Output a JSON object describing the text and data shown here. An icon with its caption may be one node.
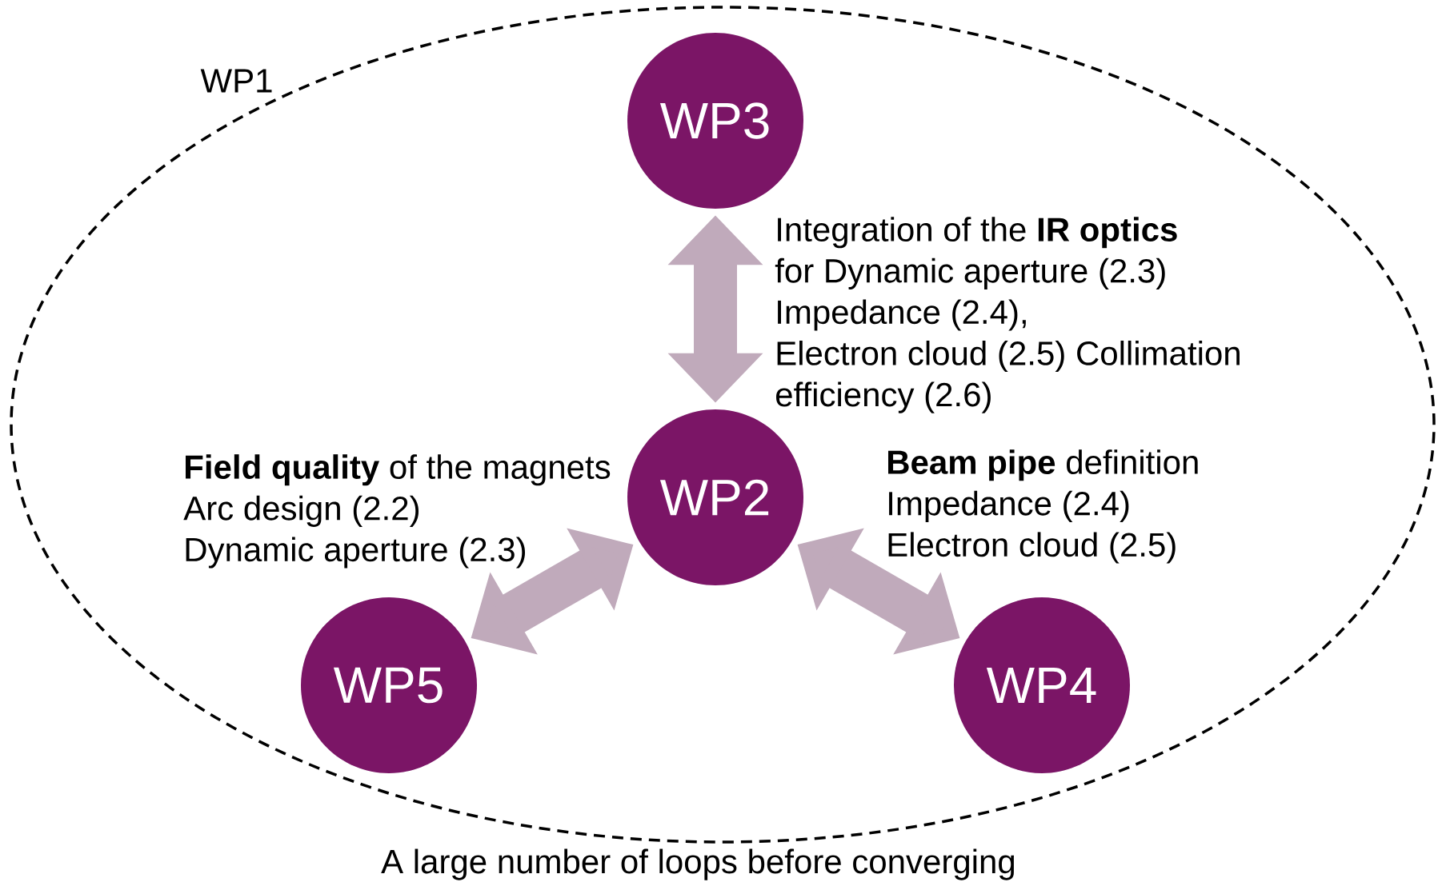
{
  "diagram": {
    "caption": "A large number of loops before converging",
    "nodes": [
      {
        "text": [
          "WP1"
        ]
      },
      {
        "text": [
          "WP3"
        ],
        "in": 0
      },
      {
        "text": [
          "WP2"
        ],
        "in": 0
      },
      {
        "text": [
          "WP5"
        ],
        "in": 0
      },
      {
        "text": [
          "WP4"
        ],
        "in": 0
      }
    ],
    "edges": [
      {
        "from": 1,
        "to": 2,
        "arrow": "both",
        "label": "Integration of the **IR optics** for Dynamic aperture (2.3) Impedance (2.4), Electron cloud (2.5) Collimation efficiency (2.6)"
      },
      {
        "from": 2,
        "to": 3,
        "arrow": "both",
        "label": "**Field quality** of the magnets Arc design (2.2) Dynamic aperture (2.3)"
      },
      {
        "from": 2,
        "to": 4,
        "arrow": "both",
        "label": "**Beam pipe** definition Impedance (2.4) Electron cloud (2.5)"
      }
    ]
  }
}
